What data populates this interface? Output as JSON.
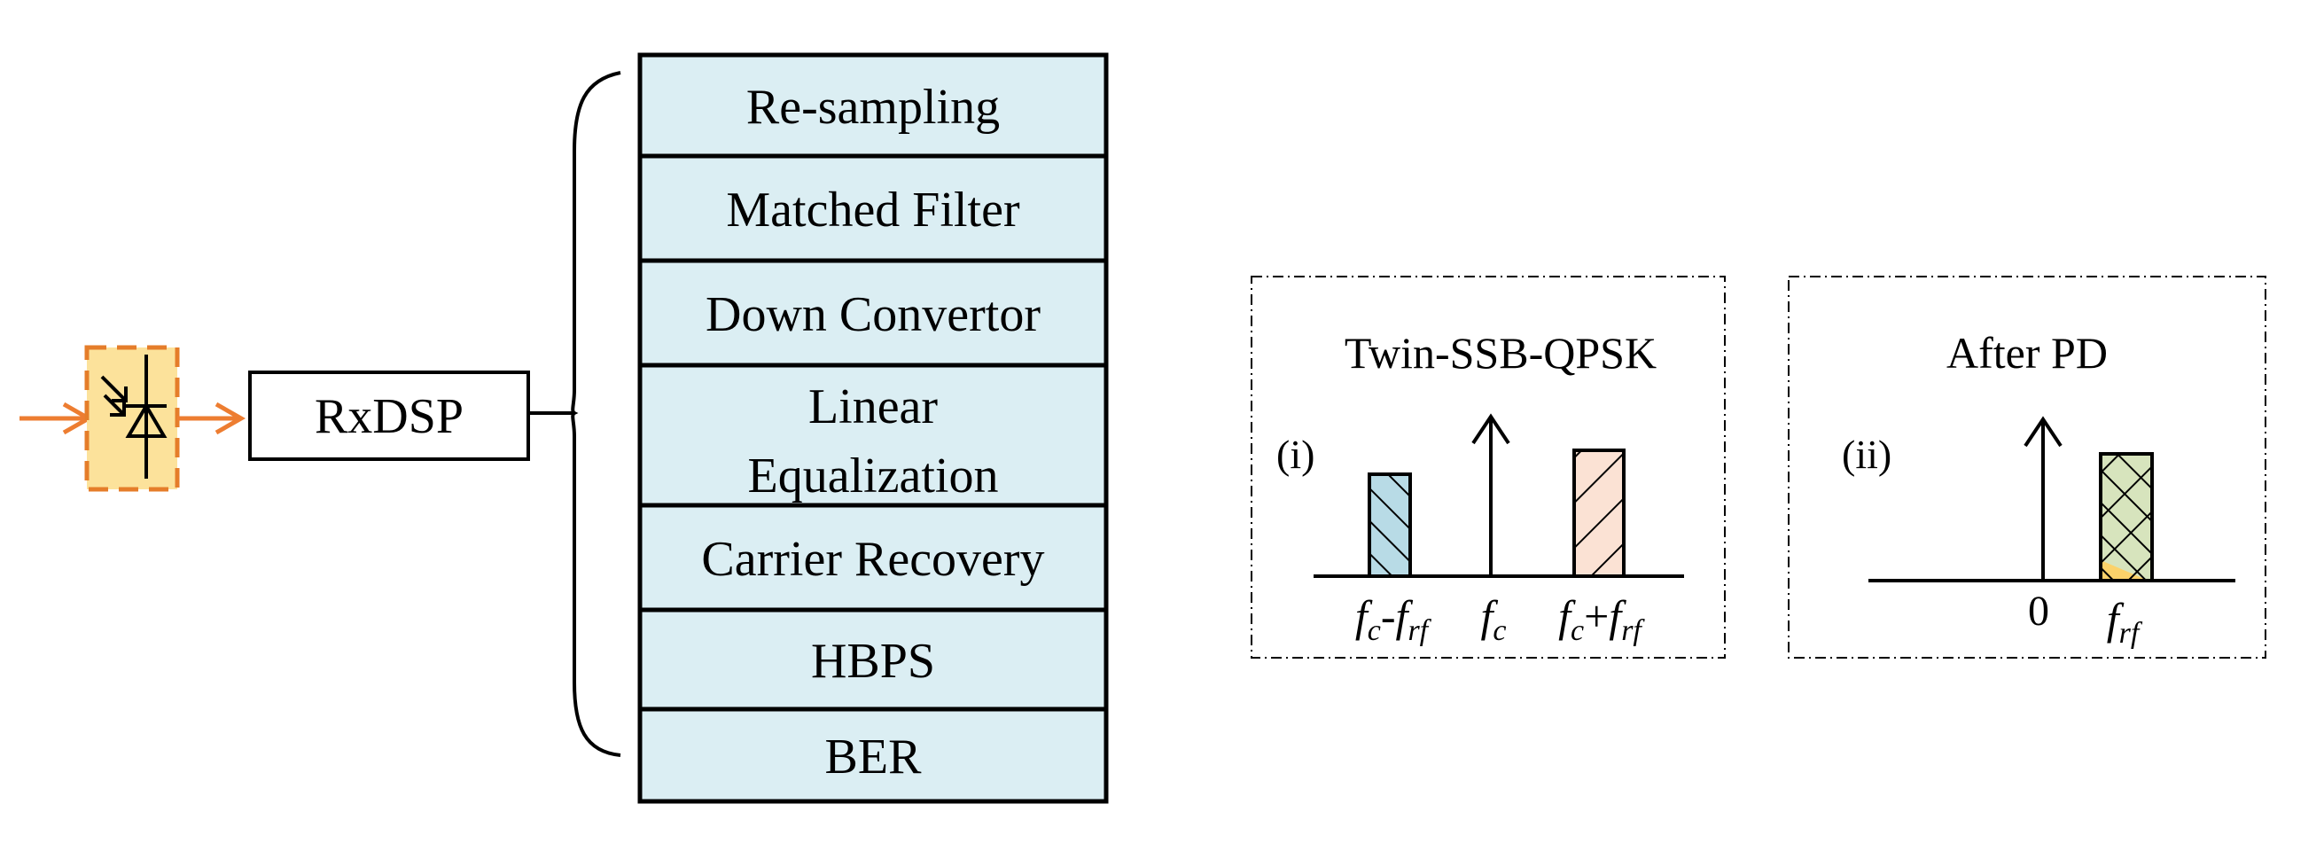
{
  "rxdsp_label": "RxDSP",
  "dsp_steps": [
    {
      "line1": "Re-sampling",
      "line2": ""
    },
    {
      "line1": "Matched Filter",
      "line2": ""
    },
    {
      "line1": "Down Convertor",
      "line2": ""
    },
    {
      "line1": "Linear",
      "line2": "Equalization"
    },
    {
      "line1": "Carrier Recovery",
      "line2": ""
    },
    {
      "line1": "HBPS",
      "line2": ""
    },
    {
      "line1": "BER",
      "line2": ""
    }
  ],
  "spectrum_i": {
    "title": "Twin-SSB-QPSK",
    "tag": "(i)",
    "left_label": {
      "base": "f",
      "sub1": "c",
      "mid": "-",
      "base2": "f",
      "sub2": "rf"
    },
    "center_label": {
      "base": "f",
      "sub": "c"
    },
    "right_label": {
      "base": "f",
      "sub1": "c",
      "mid": "+",
      "base2": "f",
      "sub2": "rf"
    }
  },
  "spectrum_ii": {
    "title": "After PD",
    "tag": "(ii)",
    "zero_label": "0",
    "rf_label": {
      "base": "f",
      "sub": "rf"
    }
  },
  "colors": {
    "dsp_fill": "#dbeef3",
    "pd_fill": "#fce29b",
    "pd_border": "#e57d2a",
    "arrow": "#ed7d31",
    "left_band": "#b8dbe6",
    "right_band": "#fbe2d4",
    "rf_band": "#d7e4bd",
    "rf_band_corner": "#fbd26a"
  }
}
